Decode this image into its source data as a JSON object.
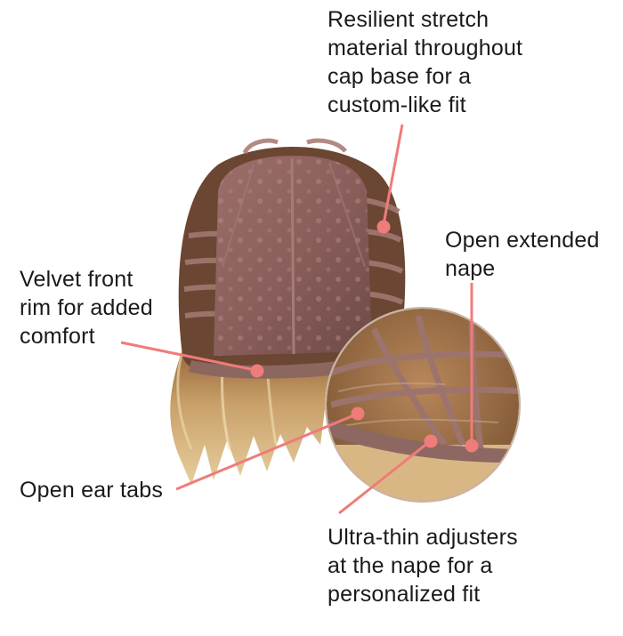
{
  "accent_color": "#f07b7b",
  "callouts": {
    "stretch": {
      "lines": [
        "Resilient stretch",
        "material throughout",
        "cap base for a",
        "custom-like fit"
      ]
    },
    "nape": {
      "lines": [
        "Open extended",
        "nape"
      ]
    },
    "velvet": {
      "lines": [
        "Velvet front",
        "rim for added",
        "comfort"
      ]
    },
    "ear": {
      "lines": [
        "Open ear tabs"
      ]
    },
    "adjusters": {
      "lines": [
        "Ultra-thin adjusters",
        "at the nape for a",
        "personalized fit"
      ]
    }
  },
  "image": {
    "main_subject": "wig-cap-interior-icon",
    "inset_subject": "nape-closeup-icon"
  }
}
